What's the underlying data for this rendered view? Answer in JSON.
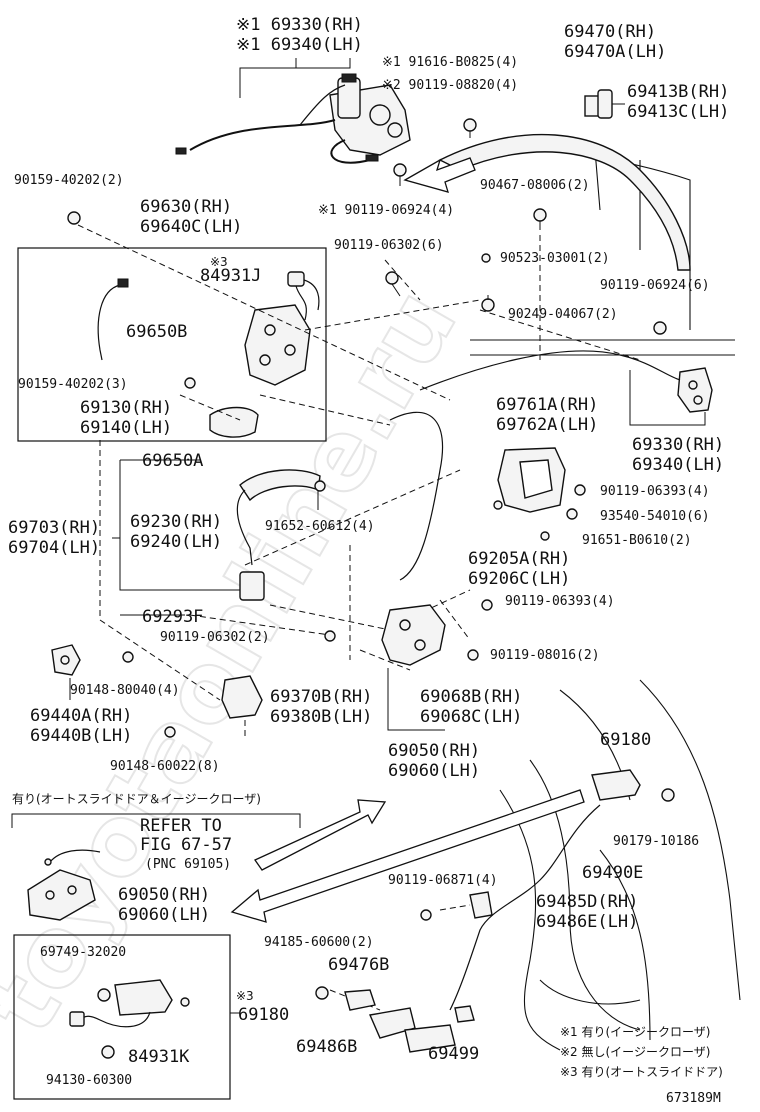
{
  "watermark": "toyotaonline.ru",
  "figure_code": "673189M",
  "labels": [
    {
      "id": "l01",
      "text": "※1 69330(RH)"
    },
    {
      "id": "l02",
      "text": "※1 69340(LH)"
    },
    {
      "id": "l03",
      "text": "69470(RH)"
    },
    {
      "id": "l04",
      "text": "69470A(LH)"
    },
    {
      "id": "l05",
      "text": "※1 91616-B0825(4)"
    },
    {
      "id": "l06",
      "text": "※2 90119-08820(4)"
    },
    {
      "id": "l07",
      "text": "69413B(RH)"
    },
    {
      "id": "l08",
      "text": "69413C(LH)"
    },
    {
      "id": "l09",
      "text": "90159-40202(2)"
    },
    {
      "id": "l10",
      "text": "90467-08006(2)"
    },
    {
      "id": "l11",
      "text": "※1 90119-06924(4)"
    },
    {
      "id": "l12",
      "text": "69630(RH)"
    },
    {
      "id": "l13",
      "text": "69640C(LH)"
    },
    {
      "id": "l14",
      "text": "90119-06302(6)"
    },
    {
      "id": "l15",
      "text": "90523-03001(2)"
    },
    {
      "id": "l16",
      "text": "※3"
    },
    {
      "id": "l17",
      "text": "84931J"
    },
    {
      "id": "l18",
      "text": "90119-06924(6)"
    },
    {
      "id": "l19",
      "text": "90249-04067(2)"
    },
    {
      "id": "l20",
      "text": "69650B"
    },
    {
      "id": "l21",
      "text": "90159-40202(3)"
    },
    {
      "id": "l22",
      "text": "69130(RH)"
    },
    {
      "id": "l23",
      "text": "69140(LH)"
    },
    {
      "id": "l24",
      "text": "69761A(RH)"
    },
    {
      "id": "l25",
      "text": "69762A(LH)"
    },
    {
      "id": "l26",
      "text": "69330(RH)"
    },
    {
      "id": "l27",
      "text": "69340(LH)"
    },
    {
      "id": "l28",
      "text": "69650A"
    },
    {
      "id": "l29",
      "text": "90119-06393(4)"
    },
    {
      "id": "l30",
      "text": "93540-54010(6)"
    },
    {
      "id": "l31",
      "text": "69703(RH)"
    },
    {
      "id": "l32",
      "text": "69704(LH)"
    },
    {
      "id": "l33",
      "text": "69230(RH)"
    },
    {
      "id": "l34",
      "text": "69240(LH)"
    },
    {
      "id": "l35",
      "text": "91652-60612(4)"
    },
    {
      "id": "l36",
      "text": "91651-B0610(2)"
    },
    {
      "id": "l37",
      "text": "69205A(RH)"
    },
    {
      "id": "l38",
      "text": "69206C(LH)"
    },
    {
      "id": "l39",
      "text": "69293F"
    },
    {
      "id": "l40",
      "text": "90119-06393(4)"
    },
    {
      "id": "l41",
      "text": "90119-06302(2)"
    },
    {
      "id": "l42",
      "text": "90119-08016(2)"
    },
    {
      "id": "l43",
      "text": "90148-80040(4)"
    },
    {
      "id": "l44",
      "text": "69370B(RH)"
    },
    {
      "id": "l45",
      "text": "69380B(LH)"
    },
    {
      "id": "l46",
      "text": "69068B(RH)"
    },
    {
      "id": "l47",
      "text": "69068C(LH)"
    },
    {
      "id": "l48",
      "text": "69440A(RH)"
    },
    {
      "id": "l49",
      "text": "69440B(LH)"
    },
    {
      "id": "l50",
      "text": "90148-60022(8)"
    },
    {
      "id": "l51",
      "text": "69050(RH)"
    },
    {
      "id": "l52",
      "text": "69060(LH)"
    },
    {
      "id": "l53",
      "text": "69180"
    },
    {
      "id": "l54",
      "text": "90179-10186"
    },
    {
      "id": "l55",
      "text": "69490E"
    },
    {
      "id": "l56",
      "text": "90119-06871(4)"
    },
    {
      "id": "l57",
      "text": "69485D(RH)"
    },
    {
      "id": "l58",
      "text": "69486E(LH)"
    },
    {
      "id": "l59",
      "text": "69050(RH)"
    },
    {
      "id": "l60",
      "text": "69060(LH)"
    },
    {
      "id": "l61",
      "text": "69749-32020"
    },
    {
      "id": "l62",
      "text": "94185-60600(2)"
    },
    {
      "id": "l63",
      "text": "69476B"
    },
    {
      "id": "l64",
      "text": "※3"
    },
    {
      "id": "l65",
      "text": "69180"
    },
    {
      "id": "l66",
      "text": "84931K"
    },
    {
      "id": "l67",
      "text": "69486B"
    },
    {
      "id": "l68",
      "text": "69499"
    },
    {
      "id": "l69",
      "text": "94130-60300"
    }
  ],
  "refer": {
    "header": "有り(オートスライドドア＆イージークローザ)",
    "line1": "REFER TO",
    "line2": "FIG 67-57",
    "line3": "(PNC 69105)"
  },
  "legend": [
    "※1 有り(イージークローザ)",
    "※2 無し(イージークローザ)",
    "※3 有り(オートスライドドア)"
  ]
}
